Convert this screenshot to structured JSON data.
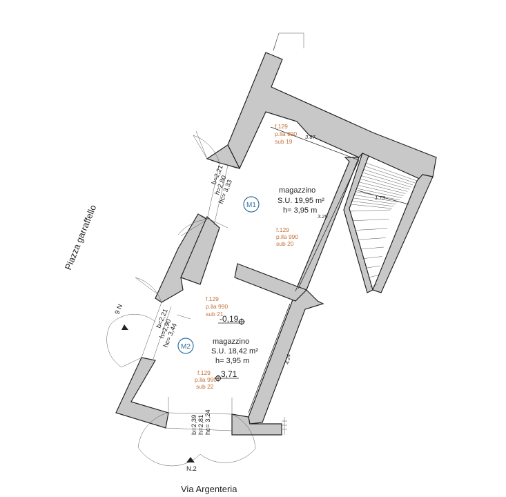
{
  "streets": {
    "north_west": "Piazza garraffello",
    "south": "Via Argenteria"
  },
  "rooms": [
    {
      "id": "M1",
      "name": "magazzino",
      "area": "S.U. 19,95 m²",
      "height": "h= 3,95 m",
      "cadastral_top": [
        "f.129",
        "p.lla 990",
        "sub 19"
      ],
      "cadastral_bottom": [
        "f.129",
        "p.lla 990",
        "sub 20"
      ]
    },
    {
      "id": "M2",
      "name": "magazzino",
      "area": "S.U. 18,42 m²",
      "height": "h= 3,95 m",
      "cadastral_top": [
        "f.129",
        "p.lla 990",
        "sub 21"
      ],
      "cadastral_bottom": [
        "f.129",
        "p.lla 990",
        "sub 22"
      ]
    }
  ],
  "dimensions": {
    "m1_width": "3.67",
    "m1_depth": "3.29",
    "stair_width": "1.73",
    "m2_depth": "4.24"
  },
  "levels": {
    "level_a": "-0,19",
    "level_b": "3,71"
  },
  "openings": {
    "door_1": [
      "b=2,21",
      "h=2,80",
      "hc= 3,33"
    ],
    "door_2": [
      "b=2,21",
      "h=2,90",
      "hc= 3,44"
    ],
    "door_3": [
      "b=2,39",
      "h=2,81",
      "hc= 3,24"
    ]
  },
  "markers": {
    "n1": "9 N",
    "n2": "N.2"
  }
}
